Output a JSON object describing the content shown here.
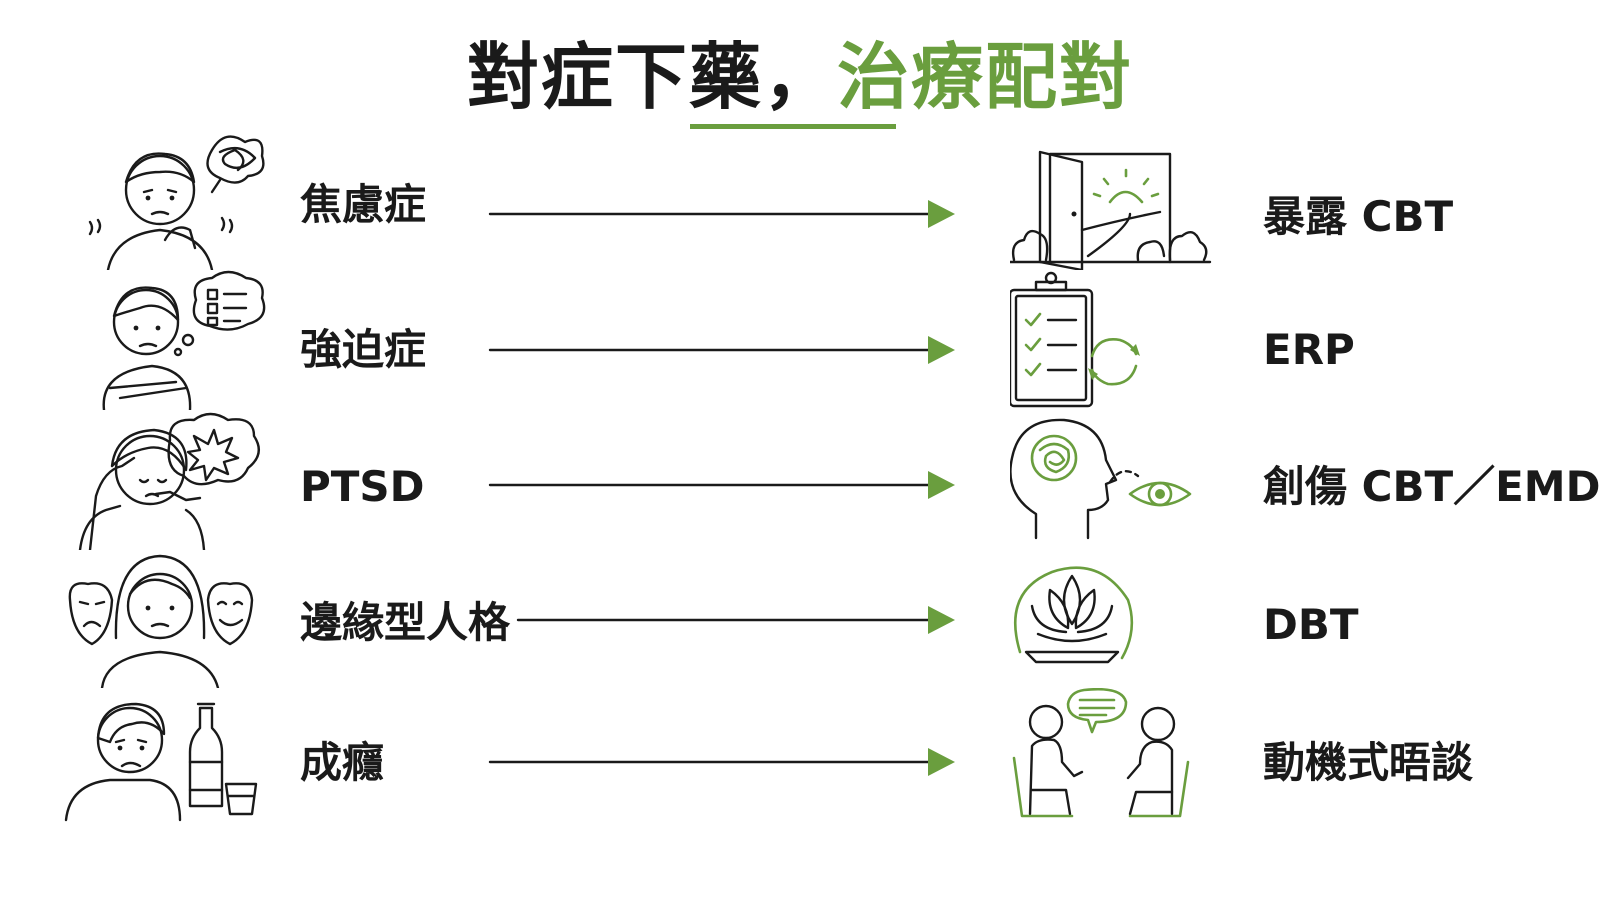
{
  "title": {
    "main": "對症下藥，",
    "accent": "治療配對"
  },
  "colors": {
    "accent": "#6a9e3e",
    "text": "#1a1a1a",
    "background": "#ffffff"
  },
  "pairs": [
    {
      "condition": "焦慮症",
      "treatment": "暴露 CBT",
      "person_icon": "anxious-person-icon",
      "treatment_icon": "open-door-sunrise-icon"
    },
    {
      "condition": "強迫症",
      "treatment": "ERP",
      "person_icon": "worried-person-checklist-icon",
      "treatment_icon": "clipboard-cycle-icon"
    },
    {
      "condition": "PTSD",
      "treatment": "創傷 CBT／EMDR",
      "person_icon": "distressed-person-flashback-icon",
      "treatment_icon": "head-eye-icon"
    },
    {
      "condition": "邊緣型人格",
      "treatment": "DBT",
      "person_icon": "person-with-masks-icon",
      "treatment_icon": "lotus-icon"
    },
    {
      "condition": "成癮",
      "treatment": "動機式晤談",
      "person_icon": "person-with-bottle-icon",
      "treatment_icon": "counseling-conversation-icon"
    }
  ]
}
